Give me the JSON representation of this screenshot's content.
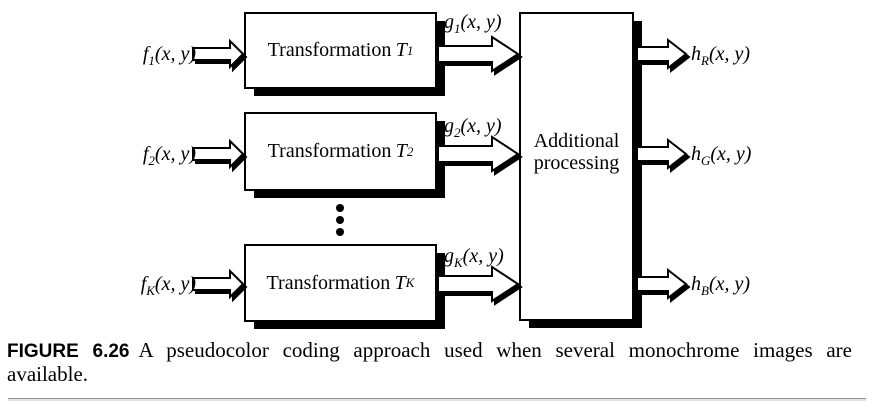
{
  "figure": {
    "caption_tag": "FIGURE 6.26",
    "caption_text": "A pseudocolor coding approach used when several monochrome images are available."
  },
  "diagram": {
    "inputs": [
      {
        "base": "f",
        "sub": "1",
        "args": "(x, y)"
      },
      {
        "base": "f",
        "sub": "2",
        "args": "(x, y)"
      },
      {
        "base": "f",
        "sub": "K",
        "args": "(x, y)"
      }
    ],
    "transforms": [
      {
        "label": "Transformation",
        "t": "T",
        "sub": "1"
      },
      {
        "label": "Transformation",
        "t": "T",
        "sub": "2"
      },
      {
        "label": "Transformation",
        "t": "T",
        "sub": "K"
      }
    ],
    "intermediates": [
      {
        "base": "g",
        "sub": "1",
        "args": "(x, y)"
      },
      {
        "base": "g",
        "sub": "2",
        "args": "(x, y)"
      },
      {
        "base": "g",
        "sub": "K",
        "args": "(x, y)"
      }
    ],
    "processing": {
      "line1": "Additional",
      "line2": "processing"
    },
    "outputs": [
      {
        "base": "h",
        "sub": "R",
        "args": "(x, y)"
      },
      {
        "base": "h",
        "sub": "G",
        "args": "(x, y)"
      },
      {
        "base": "h",
        "sub": "B",
        "args": "(x, y)"
      }
    ]
  },
  "colors": {
    "ink": "#000000",
    "background": "#ffffff",
    "rule_line": "#979797"
  }
}
